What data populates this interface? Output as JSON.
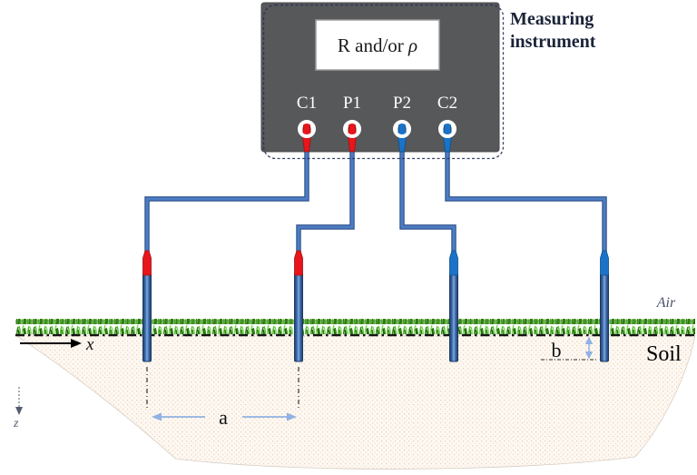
{
  "instrument": {
    "name_line1": "Measuring",
    "name_line2": "instrument",
    "display": {
      "prefix": "R and/or ",
      "rho": "ρ"
    },
    "terminals": [
      {
        "label": "C1"
      },
      {
        "label": "P1"
      },
      {
        "label": "P2"
      },
      {
        "label": "C2"
      }
    ]
  },
  "annotations": {
    "air": "Air",
    "soil": "Soil",
    "x": "x",
    "z": "z",
    "a": "a",
    "b": "b"
  },
  "colors": {
    "box": "#57585a",
    "red_plug": "#e8151b",
    "blue_plug": "#1a73c8",
    "wire": "#4d7dc4",
    "wire_dark": "#2a4d86",
    "dim": "#8fb2e3",
    "grass": "#2f8210",
    "soil_bg": "#fdf8f2",
    "ground_line": "#151515",
    "instrument_text": "#1b2338"
  }
}
